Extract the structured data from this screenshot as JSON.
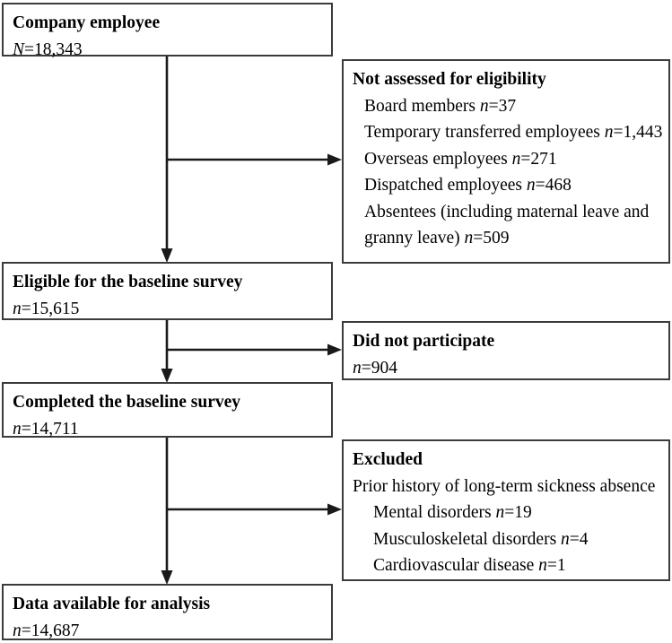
{
  "diagram": {
    "title": "Study participant flow diagram",
    "type": "flowchart",
    "colors": {
      "border": "#3b3b3b",
      "background": "#ffffff",
      "text": "#000000",
      "connector": "#1a1a1a"
    },
    "main_nodes": [
      {
        "id": "company-employee",
        "heading": "Company employee",
        "count_label": "N",
        "count_value": "18,343",
        "count_text": "N=18,343"
      },
      {
        "id": "eligible-baseline",
        "heading": "Eligible for the baseline survey",
        "count_label": "n",
        "count_value": "15,615",
        "count_text": "n=15,615"
      },
      {
        "id": "completed-baseline",
        "heading": "Completed the baseline survey",
        "count_label": "n",
        "count_value": "14,711",
        "count_text": "n=14,711"
      },
      {
        "id": "data-available",
        "heading": "Data available for analysis",
        "count_label": "n",
        "count_value": "14,687",
        "count_text": "n=14,687"
      }
    ],
    "side_nodes": [
      {
        "id": "not-assessed",
        "heading": "Not assessed for eligibility",
        "items": [
          {
            "text": "Board members ",
            "n_label": "n",
            "n_value": "=37",
            "full": "Board members n=37"
          },
          {
            "text": "Temporary transferred employees ",
            "n_label": "n",
            "n_value": "=1,443",
            "full": "Temporary transferred employees n=1,443"
          },
          {
            "text": "Overseas employees ",
            "n_label": "n",
            "n_value": "=271",
            "full": "Overseas employees n=271"
          },
          {
            "text": "Dispatched employees ",
            "n_label": "n",
            "n_value": "=468",
            "full": "Dispatched employees n=468"
          },
          {
            "text": "Absentees (including maternal leave and",
            "n_label": "",
            "n_value": "",
            "full": "Absentees (including maternal leave and"
          },
          {
            "text": "granny leave) ",
            "n_label": "n",
            "n_value": "=509",
            "full": "granny leave) n=509"
          }
        ]
      },
      {
        "id": "did-not-participate",
        "heading": "Did not participate",
        "items": [
          {
            "text": "",
            "n_label": "n",
            "n_value": "=904",
            "full": "n=904"
          }
        ]
      },
      {
        "id": "excluded",
        "heading": "Excluded",
        "items": [
          {
            "text": "Prior history of long-term sickness absence",
            "n_label": "",
            "n_value": "",
            "full": "Prior history of long-term sickness absence"
          },
          {
            "text": "Mental disorders ",
            "n_label": "n",
            "n_value": "=19",
            "full": "Mental disorders n=19"
          },
          {
            "text": "Musculoskeletal disorders ",
            "n_label": "n",
            "n_value": "=4",
            "full": "Musculoskeletal disorders n=4"
          },
          {
            "text": "Cardiovascular disease ",
            "n_label": "n",
            "n_value": "=1",
            "full": "Cardiovascular disease n=1"
          }
        ]
      }
    ]
  }
}
